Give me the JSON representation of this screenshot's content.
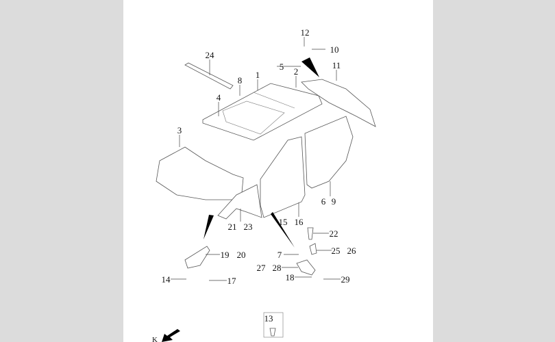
{
  "diagram": {
    "callouts": {
      "c1": "1",
      "c2": "2",
      "c3": "3",
      "c4": "4",
      "c5": "5",
      "c6": "6",
      "c7": "7",
      "c8": "8",
      "c9": "9",
      "c10": "10",
      "c11": "11",
      "c12": "12",
      "c13": "13",
      "c14": "14",
      "c15": "15",
      "c16": "16",
      "c17": "17",
      "c18": "18",
      "c19": "19",
      "c20": "20",
      "c21": "21",
      "c22": "22",
      "c23": "23",
      "c24": "24",
      "c25": "25",
      "c26": "26",
      "c27": "27",
      "c28": "28",
      "c29": "29"
    },
    "arrow_label": "K"
  },
  "colors": {
    "sheet": "#ffffff",
    "margin": "#dcdcdc",
    "line": "#555555"
  }
}
